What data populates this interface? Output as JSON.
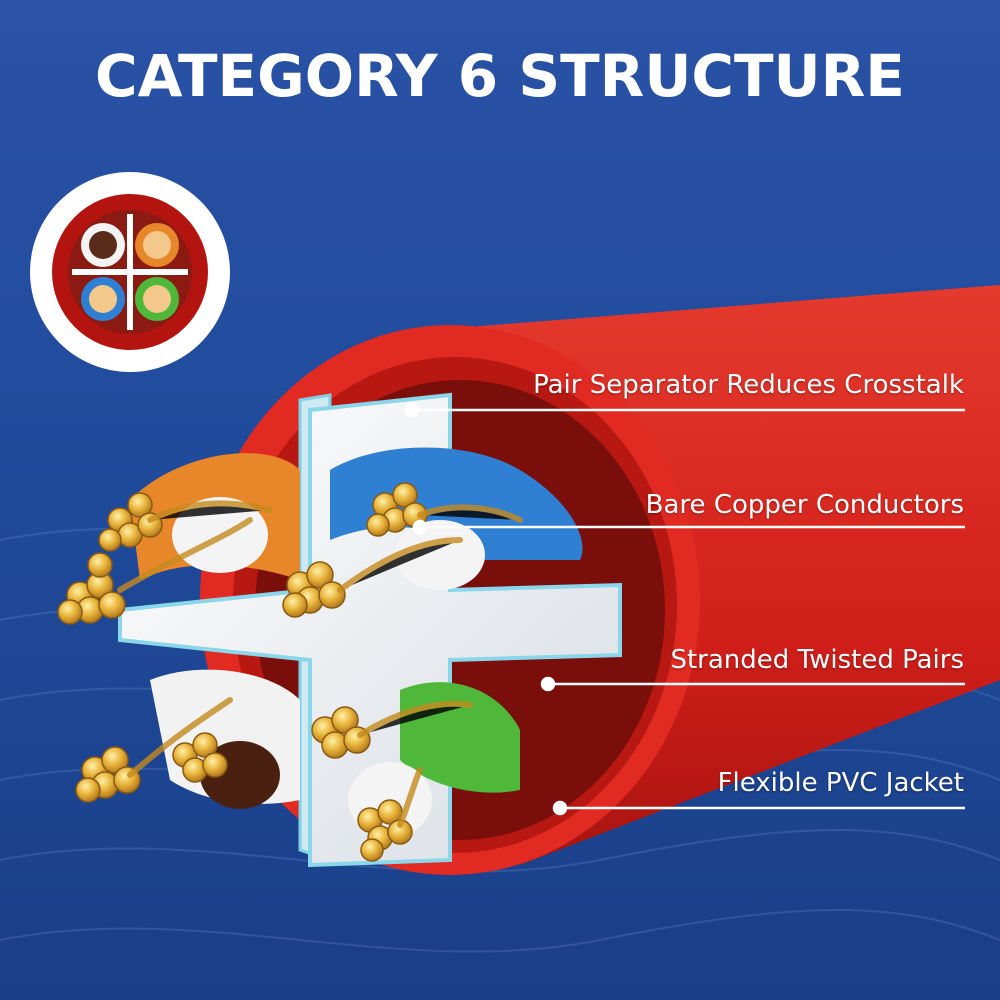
{
  "title": "CATEGORY 6 STRUCTURE",
  "callouts": [
    {
      "id": "separator",
      "label": "Pair Separator Reduces Crosstalk"
    },
    {
      "id": "conductors",
      "label": "Bare Copper Conductors"
    },
    {
      "id": "pairs",
      "label": "Stranded Twisted Pairs"
    },
    {
      "id": "jacket",
      "label": "Flexible PVC Jacket"
    }
  ],
  "colors": {
    "background": "#1f4a9a",
    "jacket": "#d8231e",
    "separator": "#f2f4f6",
    "copper": "#e0a52a",
    "pair_orange": "#e8862a",
    "pair_blue": "#2f7fd2",
    "pair_green": "#4fb83a",
    "pair_brown": "#5a2a1a"
  }
}
